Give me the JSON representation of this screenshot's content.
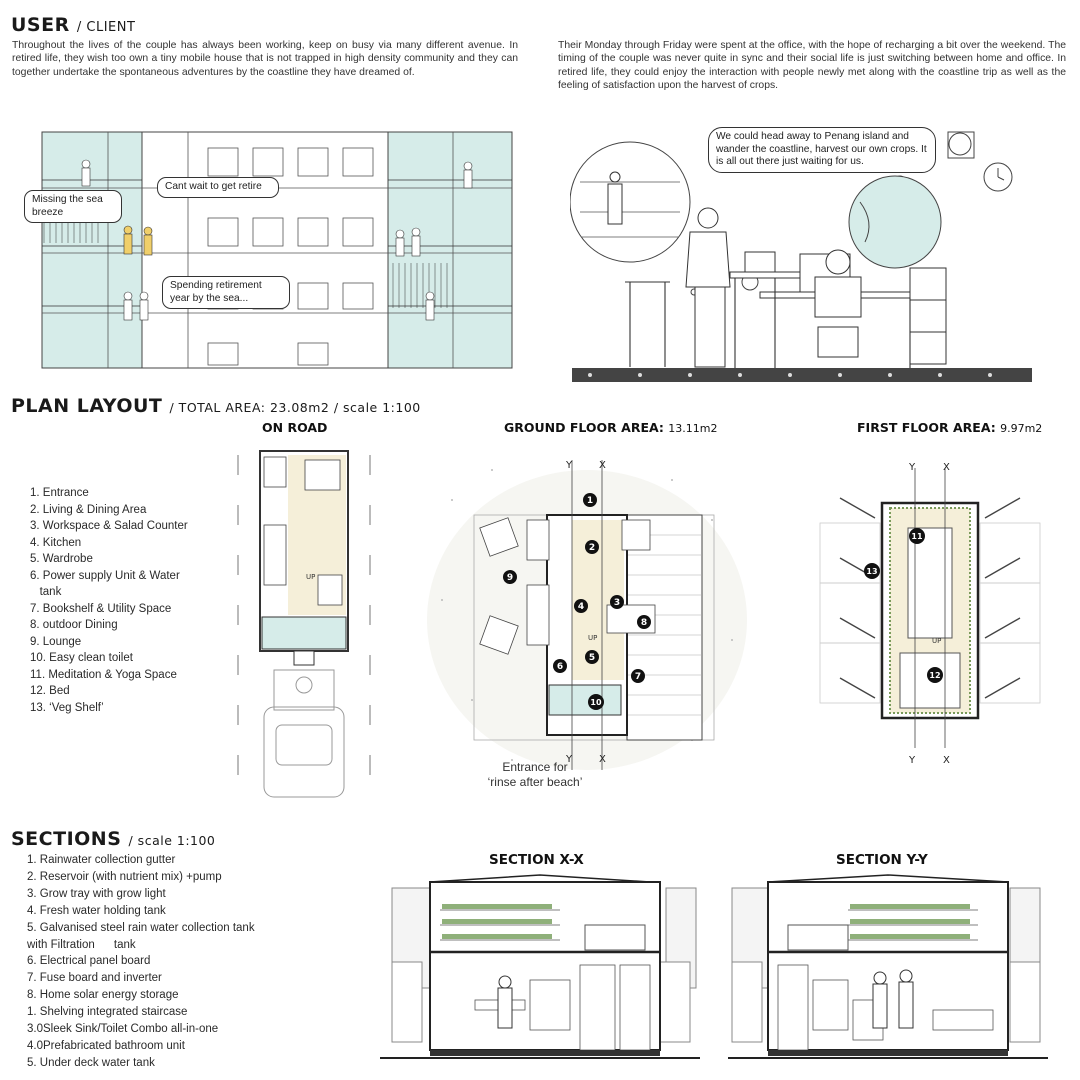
{
  "user": {
    "title": "USER",
    "subtitle": "/ CLIENT",
    "para_left": "Throughout the lives of the couple has always been working, keep on busy via many different avenue. In retired life, they wish too own a tiny mobile house that is not trapped in high density community and they can together undertake the spontaneous adventures by the coastline they have dreamed of.",
    "para_right": "Their Monday through Friday were spent at the office, with the hope of recharging a bit over the weekend. The timing of the couple was never quite in sync and their social life is just switching between home and office. In retired life, they could enjoy the interaction with people newly met along with the coastline trip as well as the feeling of satisfaction upon the harvest of crops.",
    "bubbles": {
      "missing": "Missing the sea breeze",
      "cant_wait": "Cant wait to get retire",
      "spending": "Spending retirement year by the sea...",
      "penang": "We could head away to Penang island and wander the coastline, harvest our own crops. It is all out there just waiting for us."
    }
  },
  "plan": {
    "title": "PLAN LAYOUT",
    "subtitle": "/ TOTAL AREA: 23.08m2 / scale 1:100",
    "on_road": "ON ROAD",
    "ground_label": "GROUND FLOOR AREA:",
    "ground_value": "13.11m2",
    "first_label": "FIRST FLOOR AREA:",
    "first_value": "9.97m2",
    "legend": [
      "1. Entrance",
      "2. Living & Dining Area",
      "3. Workspace & Salad Counter",
      "4. Kitchen",
      "5. Wardrobe",
      "6. Power supply Unit & Water",
      "   tank",
      "7. Bookshelf & Utility Space",
      "8. outdoor Dining",
      "9. Lounge",
      "10. Easy clean toilet",
      "11. Meditation & Yoga Space",
      "12. Bed",
      "13. ‘Veg Shelf’"
    ],
    "entrance_caption_1": "Entrance for",
    "entrance_caption_2": "‘rinse after beach’",
    "up": "UP",
    "x": "X",
    "y": "Y",
    "markers": [
      "1",
      "2",
      "3",
      "4",
      "5",
      "6",
      "7",
      "8",
      "9",
      "10",
      "11",
      "12",
      "13"
    ]
  },
  "sections": {
    "title": "SECTIONS",
    "subtitle": "/ scale 1:100",
    "xx": "SECTION X-X",
    "yy": "SECTION Y-Y",
    "legend": [
      "1. Rainwater collection gutter",
      "2. Reservoir (with nutrient mix) +pump",
      "3. Grow tray with grow light",
      "4. Fresh water holding tank",
      "5. Galvanised steel rain water collection tank",
      "with Filtration      tank",
      "6. Electrical panel board",
      "7. Fuse board and inverter",
      "8. Home solar energy storage",
      "1. Shelving integrated staircase",
      "3.0Sleek Sink/Toilet Combo all-in-one",
      "4.0Prefabricated bathroom unit",
      "5. Under deck water tank"
    ]
  },
  "colors": {
    "accent_yellow": "#f0cf6a",
    "soft_cyan": "#d6ece9",
    "cream": "#f5efd9",
    "ink": "#2a2a2a"
  }
}
